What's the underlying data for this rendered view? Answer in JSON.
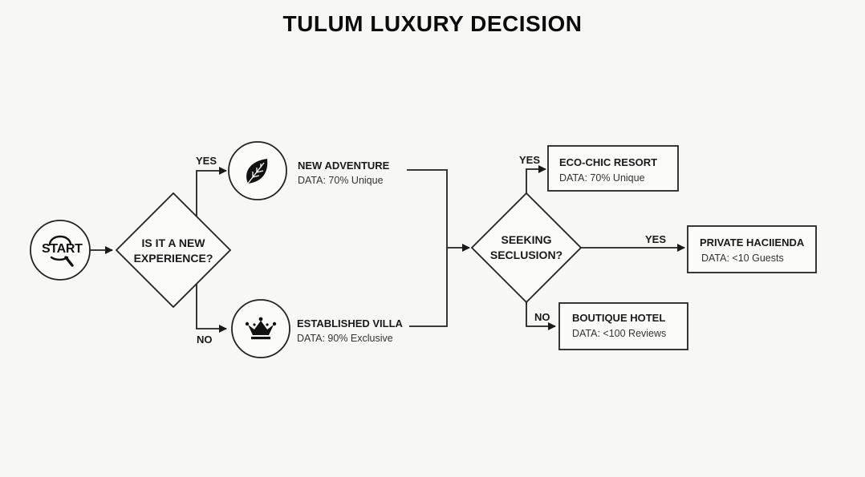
{
  "title": "TULUM LUXURY DECISION",
  "start": {
    "label": "START",
    "icon": "magnifier-icon"
  },
  "decision1": {
    "question_line1": "IS IT A NEW",
    "question_line2": "EXPERIENCE?",
    "yes_label": "YES",
    "no_label": "NO"
  },
  "options": [
    {
      "title": "NEW ADVENTURE",
      "data": "DATA: 70% Unique",
      "icon": "leaf-icon"
    },
    {
      "title": "ESTABLISHED VILLA",
      "data": "DATA: 90% Exclusive",
      "icon": "crown-icon"
    }
  ],
  "decision2": {
    "question_line1": "SEEKING",
    "question_line2": "SECLUSION?",
    "top_yes_label": "YES",
    "right_yes_label": "YES",
    "no_label": "NO"
  },
  "outcomes": [
    {
      "title": "ECO-CHIC RESORT",
      "data": "DATA: 70% Unique"
    },
    {
      "title": "PRIVATE HACIIENDA",
      "data": "DATA: <10 Guests"
    },
    {
      "title": "BOUTIQUE HOTEL",
      "data": "DATA: <100 Reviews"
    }
  ]
}
